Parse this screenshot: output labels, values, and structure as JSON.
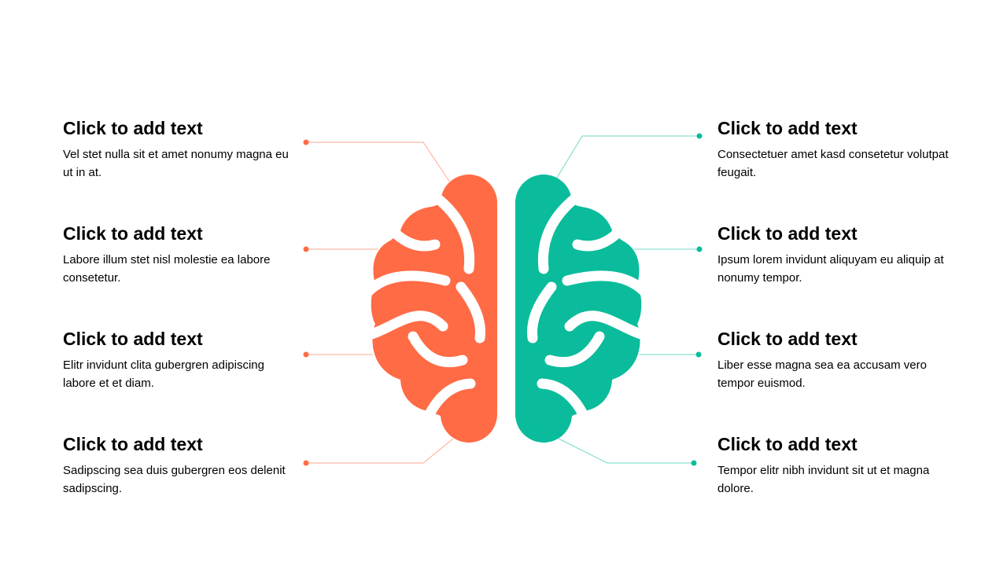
{
  "colors": {
    "left": "#FF6B45",
    "right": "#0ABC9B"
  },
  "left_items": [
    {
      "title": "Click to add text",
      "body": "Vel stet nulla sit et amet nonumy magna eu ut in at."
    },
    {
      "title": "Click to add text",
      "body": "Labore illum stet nisl molestie ea labore consetetur."
    },
    {
      "title": "Click to add text",
      "body": "Elitr invidunt clita gubergren adipiscing labore et et diam."
    },
    {
      "title": "Click to add text",
      "body": "Sadipscing sea duis gubergren eos delenit sadipscing."
    }
  ],
  "right_items": [
    {
      "title": "Click to add text",
      "body": "Consectetuer amet kasd consetetur volutpat feugait."
    },
    {
      "title": "Click to add text",
      "body": "Ipsum lorem invidunt aliquyam eu aliquip at nonumy tempor."
    },
    {
      "title": "Click to add text",
      "body": "Liber esse magna sea ea accusam vero tempor euismod."
    },
    {
      "title": "Click to add text",
      "body": "Tempor elitr nibh invidunt sit ut et magna dolore."
    }
  ]
}
